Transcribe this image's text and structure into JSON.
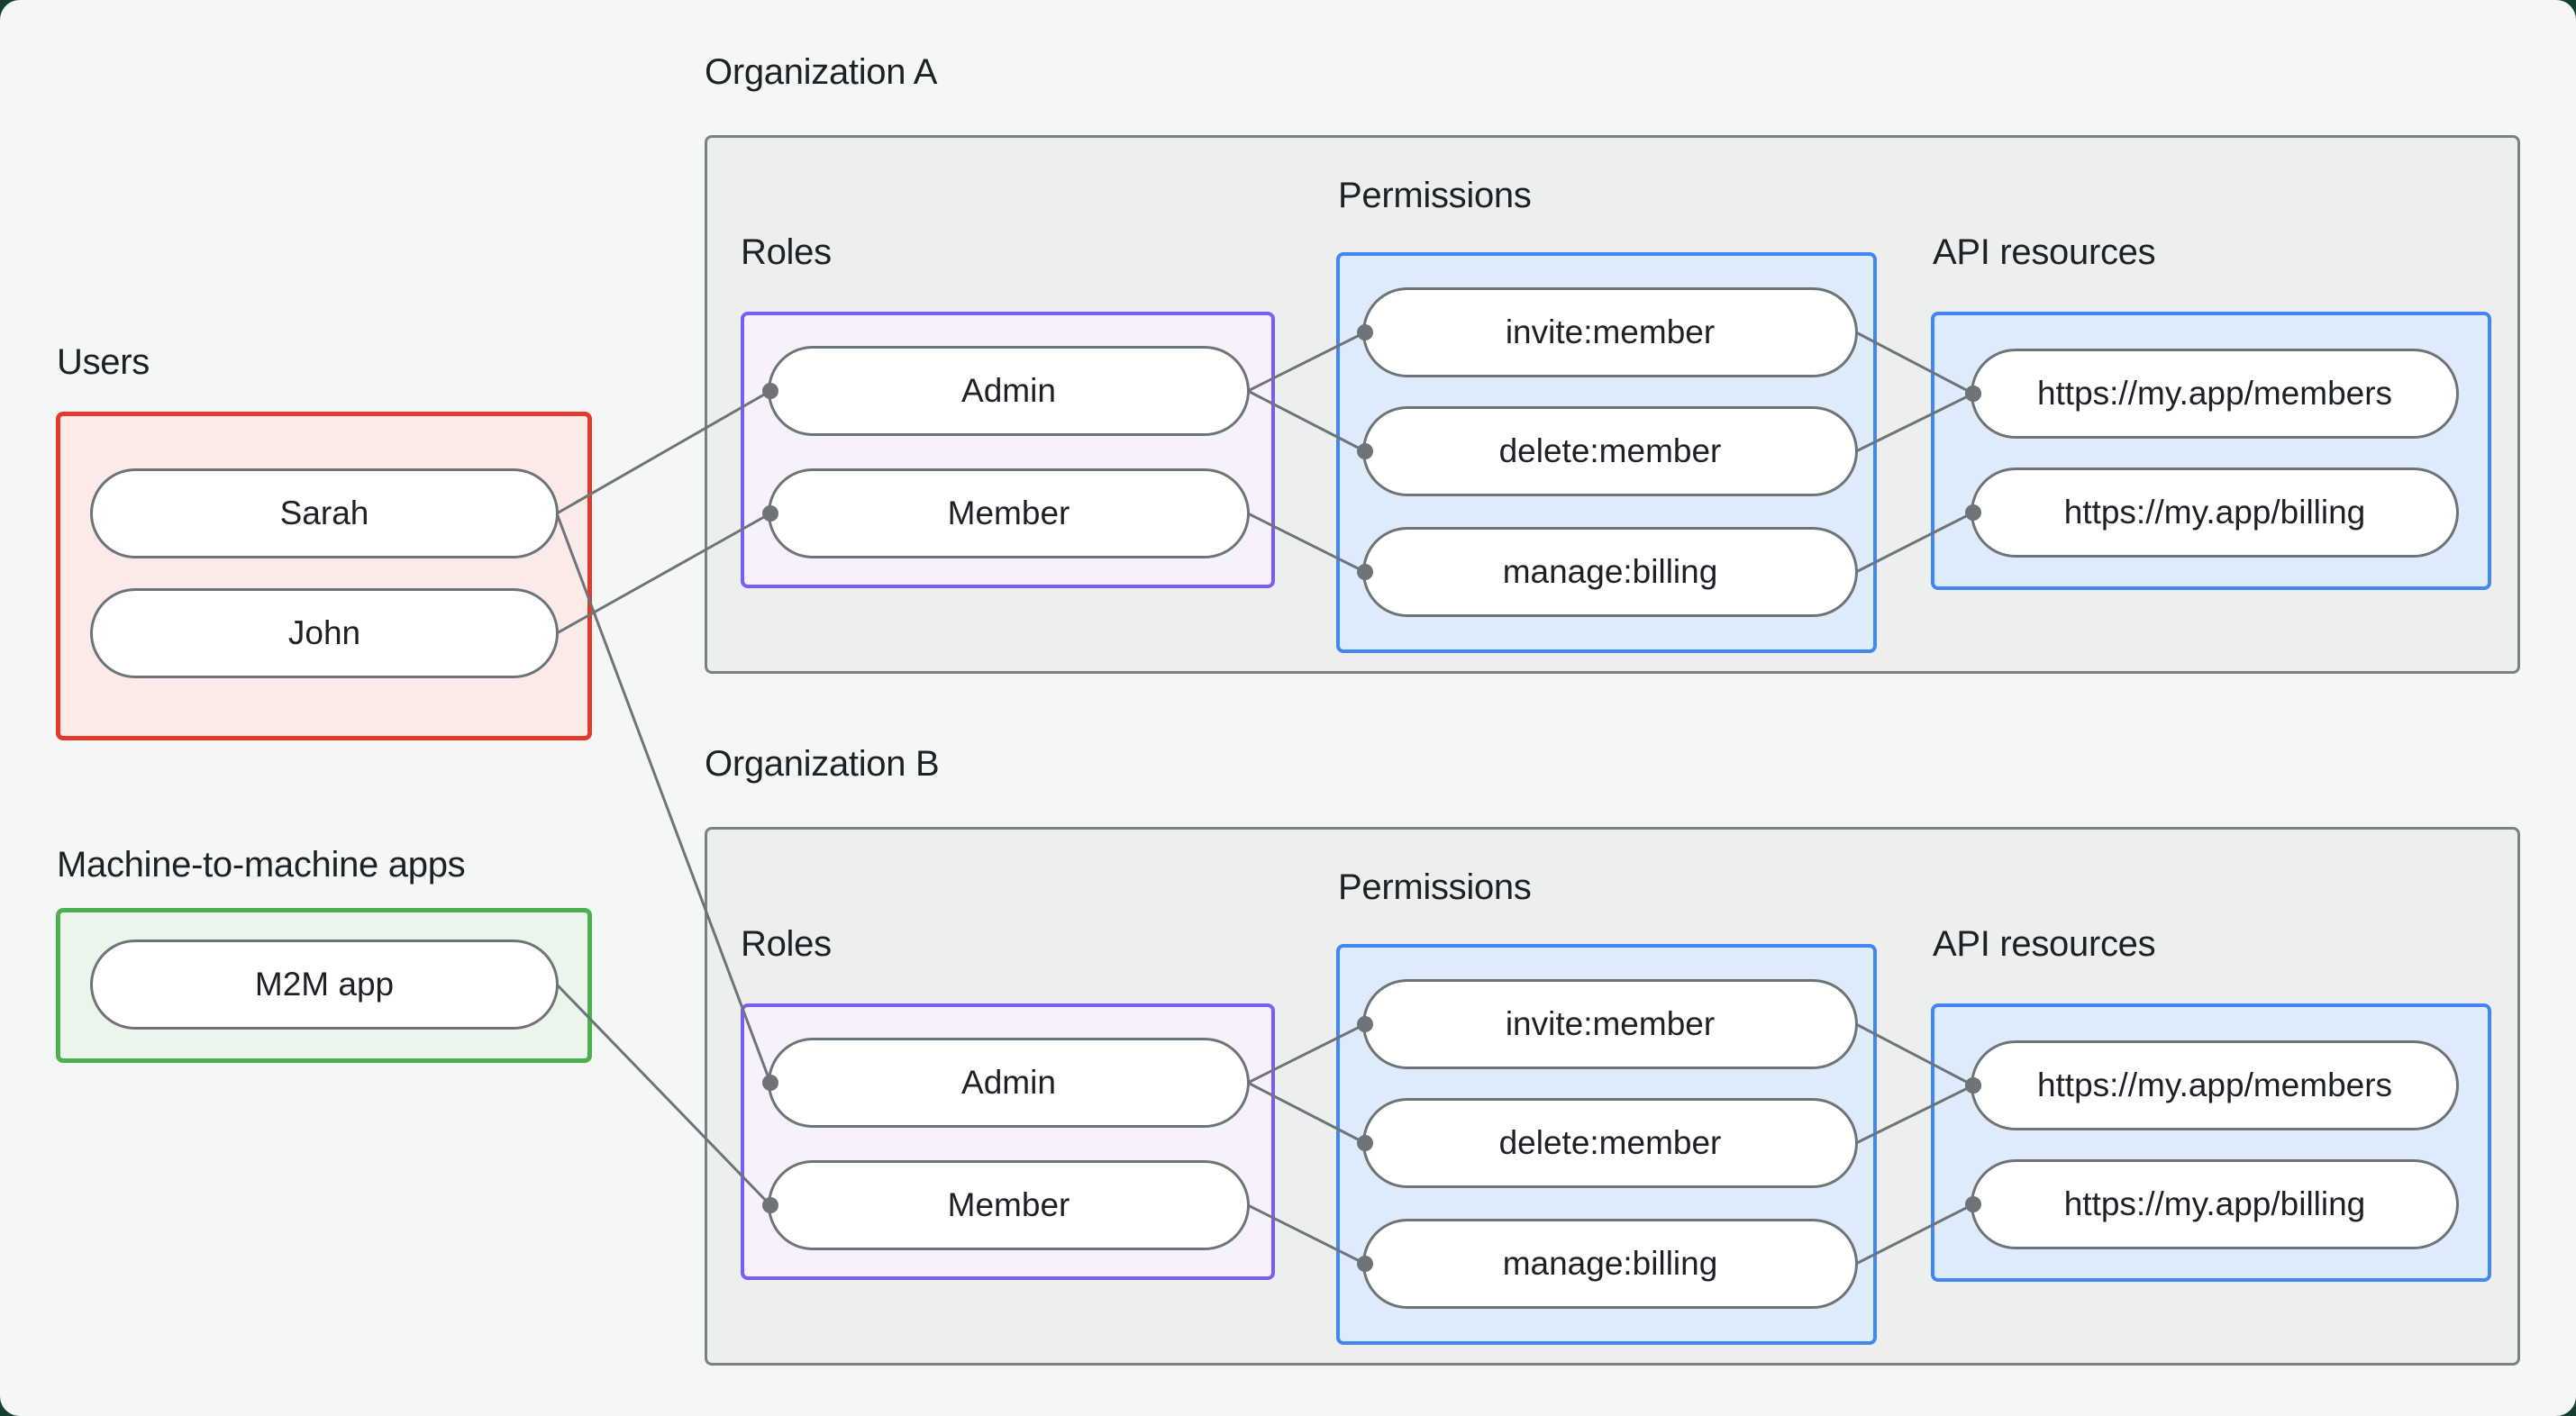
{
  "users": {
    "label": "Users",
    "items": [
      "Sarah",
      "John"
    ]
  },
  "m2m": {
    "label": "Machine-to-machine apps",
    "items": [
      "M2M app"
    ]
  },
  "orgs": [
    {
      "title": "Organization A",
      "roles_label": "Roles",
      "permissions_label": "Permissions",
      "api_label": "API resources",
      "roles": [
        "Admin",
        "Member"
      ],
      "permissions": [
        "invite:member",
        "delete:member",
        "manage:billing"
      ],
      "api_resources": [
        "https://my.app/members",
        "https://my.app/billing"
      ]
    },
    {
      "title": "Organization B",
      "roles_label": "Roles",
      "permissions_label": "Permissions",
      "api_label": "API resources",
      "roles": [
        "Admin",
        "Member"
      ],
      "permissions": [
        "invite:member",
        "delete:member",
        "manage:billing"
      ],
      "api_resources": [
        "https://my.app/members",
        "https://my.app/billing"
      ]
    }
  ],
  "edges": [
    {
      "from": "user-sarah",
      "to": "orgA-role-admin"
    },
    {
      "from": "user-john",
      "to": "orgA-role-member"
    },
    {
      "from": "user-sarah",
      "to": "orgB-role-admin"
    },
    {
      "from": "m2m-app",
      "to": "orgB-role-member"
    },
    {
      "from": "orgA-role-admin",
      "to": "orgA-perm-invite"
    },
    {
      "from": "orgA-role-admin",
      "to": "orgA-perm-delete"
    },
    {
      "from": "orgA-role-member",
      "to": "orgA-perm-manage"
    },
    {
      "from": "orgA-perm-invite",
      "to": "orgA-api-members"
    },
    {
      "from": "orgA-perm-delete",
      "to": "orgA-api-members"
    },
    {
      "from": "orgA-perm-manage",
      "to": "orgA-api-billing"
    },
    {
      "from": "orgB-role-admin",
      "to": "orgB-perm-invite"
    },
    {
      "from": "orgB-role-admin",
      "to": "orgB-perm-delete"
    },
    {
      "from": "orgB-role-member",
      "to": "orgB-perm-manage"
    },
    {
      "from": "orgB-perm-invite",
      "to": "orgB-api-members"
    },
    {
      "from": "orgB-perm-delete",
      "to": "orgB-api-members"
    },
    {
      "from": "orgB-perm-manage",
      "to": "orgB-api-billing"
    }
  ],
  "colors": {
    "page_bg": "#F5F7F7",
    "backdrop": "#15402F",
    "org_fill": "#EDEFEF",
    "org_border": "#7B8084",
    "users_fill": "#FBEAE8",
    "users_border": "#E23B2E",
    "m2m_fill": "#EBF5EB",
    "m2m_border": "#4CAF50",
    "roles_fill": "#F6F1FD",
    "roles_border": "#7A5CF6",
    "blue_fill": "#DEEBFB",
    "blue_border": "#4285F4",
    "edge": "#6E7377",
    "text": "#1D2126"
  }
}
